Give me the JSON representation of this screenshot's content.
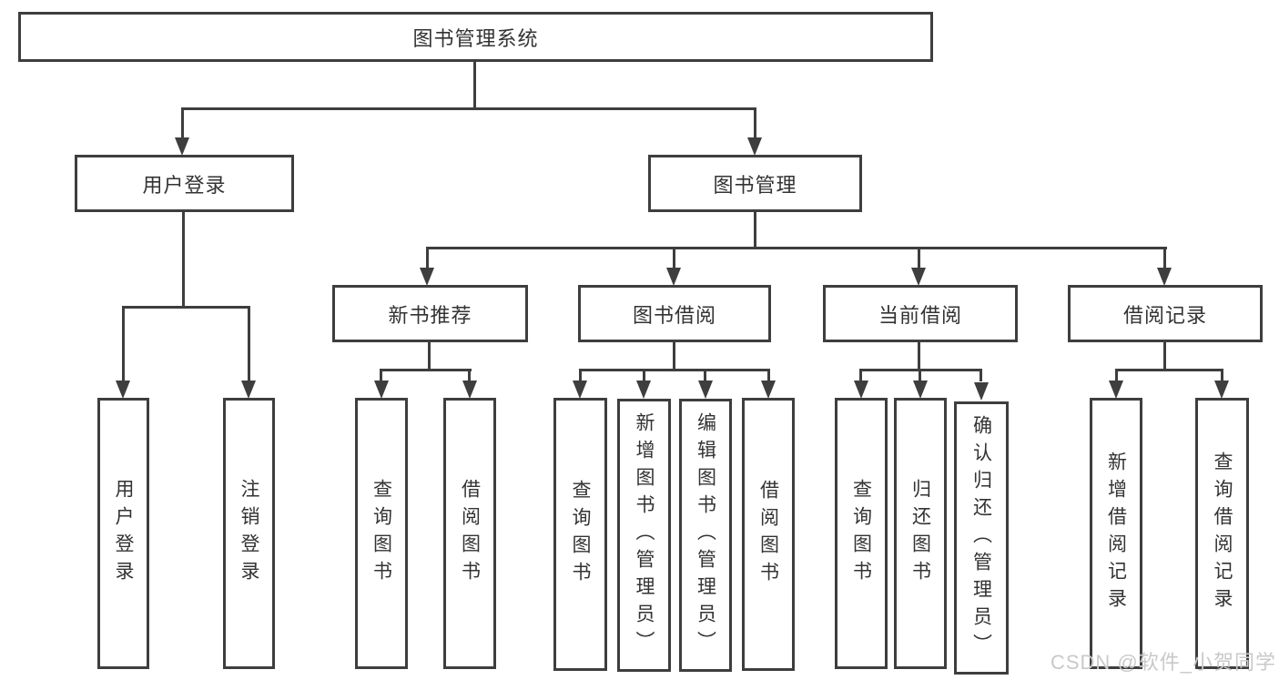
{
  "colors": {
    "line": "#3e3e3e",
    "text": "#333333",
    "box_bg": "#ffffff",
    "watermark": "#c9c9c9"
  },
  "watermark": {
    "text": "CSDN @软件_小贺同学"
  },
  "diagram": {
    "root": {
      "label": "图书管理系统"
    },
    "branches": [
      {
        "label": "用户登录",
        "children": [
          {
            "label": "用户登录"
          },
          {
            "label": "注销登录"
          }
        ]
      },
      {
        "label": "图书管理",
        "children": [
          {
            "label": "新书推荐",
            "children": [
              {
                "label": "查询图书"
              },
              {
                "label": "借阅图书"
              }
            ]
          },
          {
            "label": "图书借阅",
            "children": [
              {
                "label": "查询图书"
              },
              {
                "label": "新增图书（管理员）"
              },
              {
                "label": "编辑图书（管理员）"
              },
              {
                "label": "借阅图书"
              }
            ]
          },
          {
            "label": "当前借阅",
            "children": [
              {
                "label": "查询图书"
              },
              {
                "label": "归还图书"
              },
              {
                "label": "确认归还（管理员）"
              }
            ]
          },
          {
            "label": "借阅记录",
            "children": [
              {
                "label": "新增借阅记录"
              },
              {
                "label": "查询借阅记录"
              }
            ]
          }
        ]
      }
    ]
  }
}
